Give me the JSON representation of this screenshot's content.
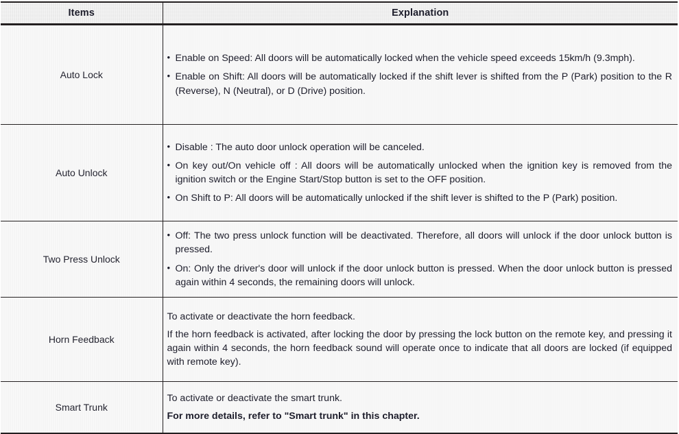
{
  "table": {
    "headers": {
      "items": "Items",
      "explanation": "Explanation"
    },
    "rows": [
      {
        "item": "Auto Lock",
        "kind": "bullets",
        "lines": [
          "Enable on Speed: All doors will be automatically locked when the vehicle speed exceeds 15km/h (9.3mph).",
          "Enable on Shift: All doors will be automatically locked if the shift lever is shifted from the P (Park) position to the R (Reverse), N (Neutral), or D (Drive) position."
        ]
      },
      {
        "item": "Auto Unlock",
        "kind": "bullets",
        "lines": [
          "Disable : The auto door unlock operation will be canceled.",
          "On key out/On vehicle off : All doors will be automatically unlocked when the ignition key is removed from the ignition switch or the Engine Start/Stop button is set to the OFF position.",
          "On Shift to P: All doors will be automatically unlocked if the shift lever is shifted to the P (Park) position."
        ]
      },
      {
        "item": "Two Press Unlock",
        "kind": "bullets",
        "lines": [
          "Off: The two press unlock function will be deactivated. Therefore, all doors will unlock if the door unlock button is pressed.",
          "On: Only the driver's door will unlock if the door unlock button is pressed. When the door unlock button is pressed again within 4 seconds, the remaining doors will unlock."
        ]
      },
      {
        "item": "Horn Feedback",
        "kind": "paragraphs",
        "lines": [
          "To activate or deactivate the horn feedback.",
          "If the horn feedback is activated, after locking the door by pressing the lock button on the remote key, and pressing it again within 4 seconds, the horn feedback sound will operate once to indicate that all doors are locked (if equipped with remote key)."
        ],
        "bold_flags": [
          false,
          false
        ]
      },
      {
        "item": "Smart Trunk",
        "kind": "paragraphs",
        "lines": [
          "To activate or deactivate the smart trunk.",
          "For more details, refer to \"Smart trunk\" in this chapter."
        ],
        "bold_flags": [
          false,
          true
        ]
      }
    ]
  },
  "colors": {
    "header_bg": "#e4e4e4",
    "body_bg": "#f1f1f1",
    "rule": "#231f20",
    "text": "#1d1d2b"
  }
}
